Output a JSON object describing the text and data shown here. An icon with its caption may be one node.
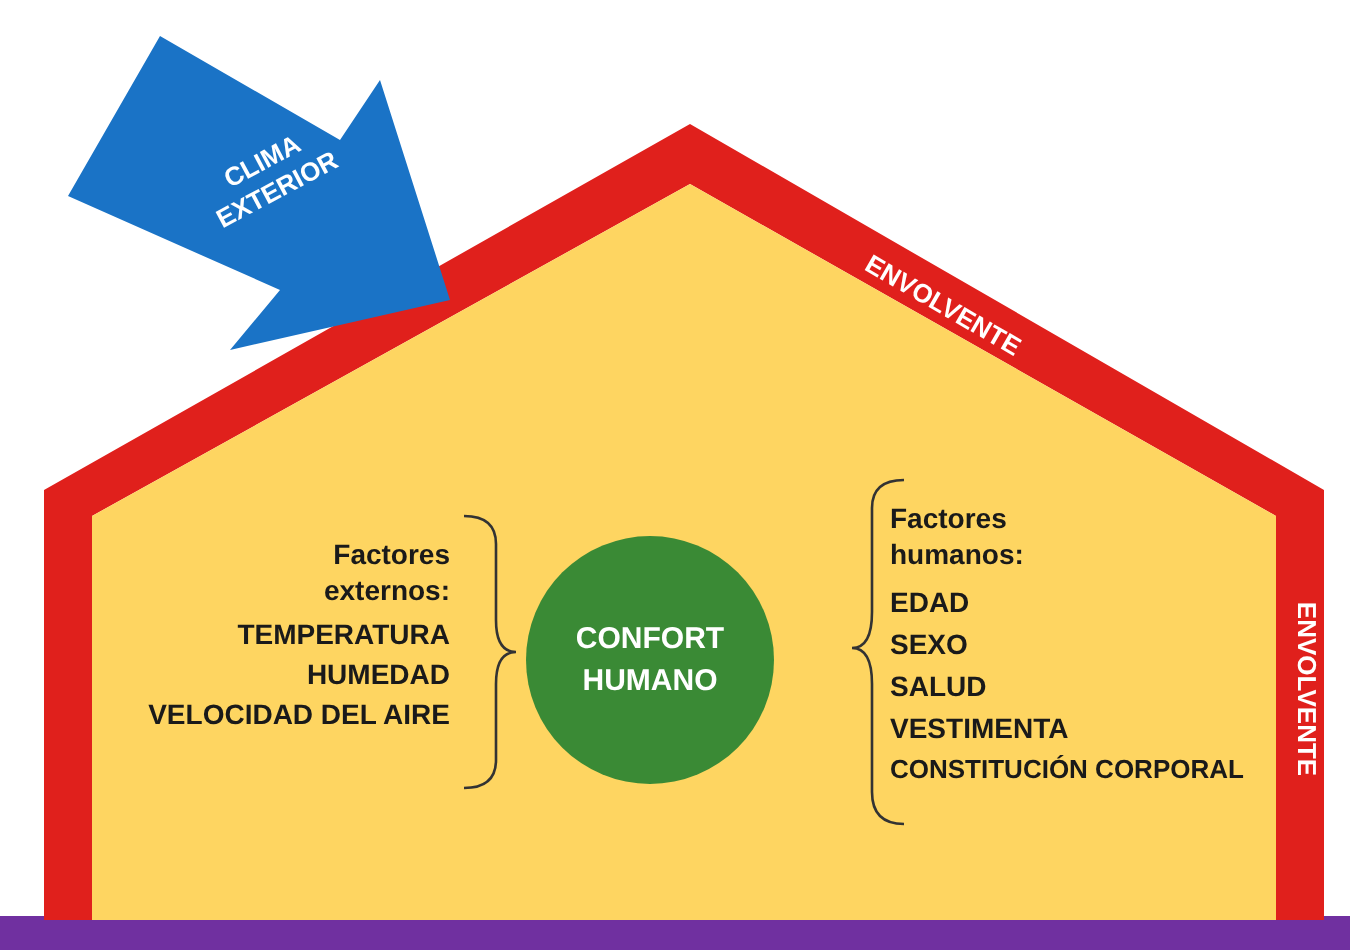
{
  "diagram": {
    "nodes": [
      {
        "text": [
          "ENVOLVENTE",
          "ENVOLVENTE"
        ]
      },
      {
        "text": [
          "CLIMA EXTERIOR"
        ]
      },
      {
        "text": [
          "CONFORT HUMANO"
        ],
        "in": 0
      }
    ],
    "edges": [],
    "labels": [
      "Factores externos:",
      "TEMPERATURA",
      "HUMEDAD",
      "VELOCIDAD DEL AIRE",
      "Factores humanos:",
      "EDAD",
      "SEXO",
      "SALUD",
      "VESTIMENTA",
      "CONSTITUCIÓN CORPORAL"
    ]
  }
}
